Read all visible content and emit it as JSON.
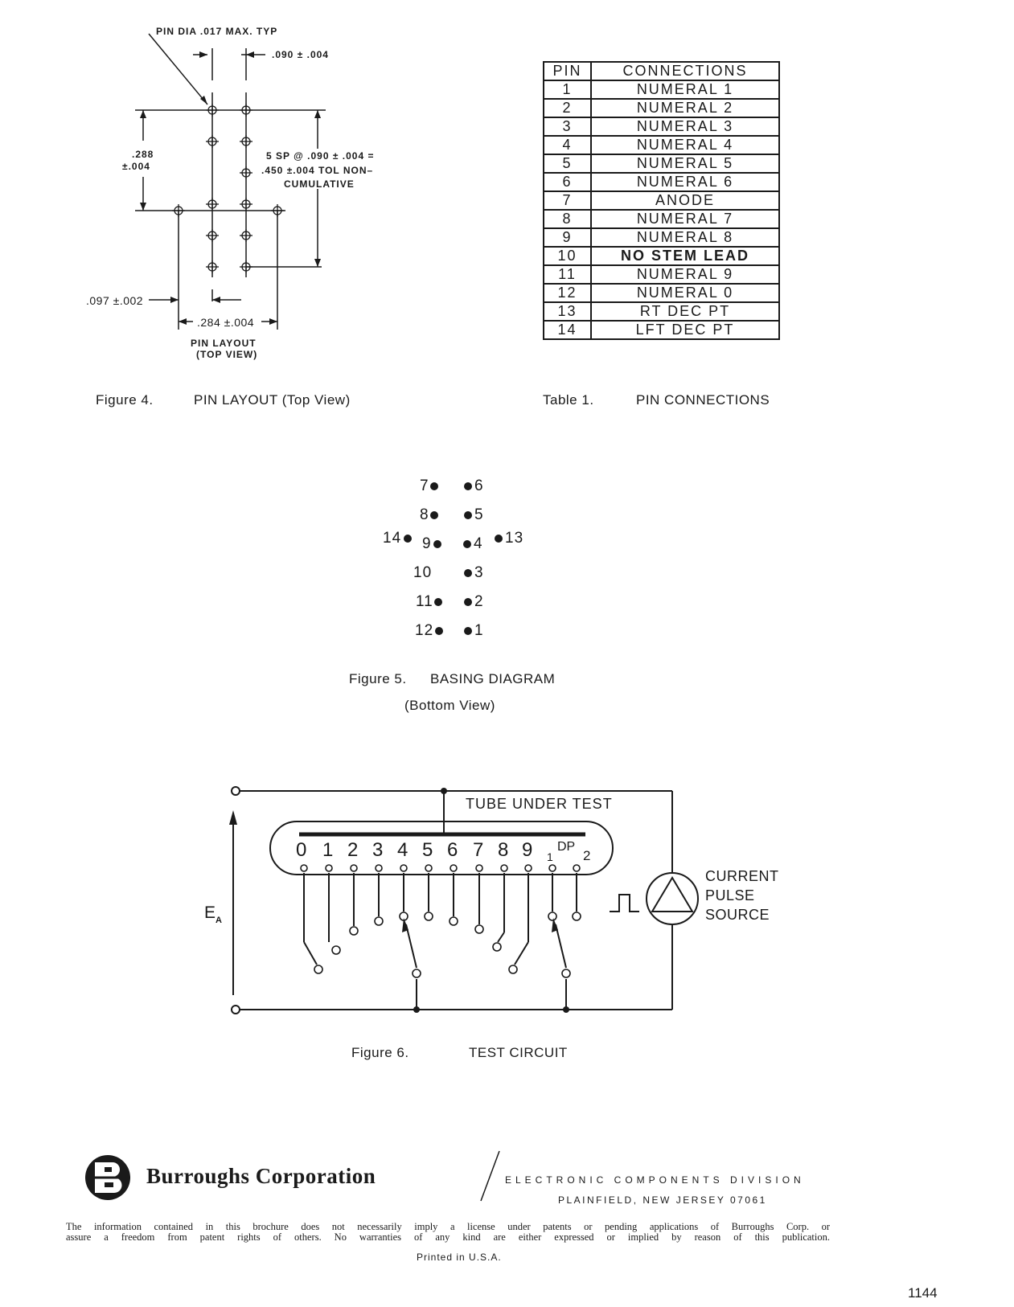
{
  "figure4": {
    "dim_pin_dia": "PIN DIA .017 MAX. TYP",
    "dim_spacing": ".090 ± .004",
    "dim_288": ".288",
    "dim_288_tol": "±.004",
    "dim_5sp_line1": "5 SP @ .090 ± .004 =",
    "dim_5sp_line2": ".450 ±.004 TOL NON–",
    "dim_5sp_line3": "CUMULATIVE",
    "dim_097": ".097 ±.002",
    "dim_284": ".284 ±.004",
    "inner_title_1": "PIN LAYOUT",
    "inner_title_2": "(TOP VIEW)",
    "caption_number": "Figure 4.",
    "caption_title": "PIN LAYOUT (Top View)"
  },
  "table1": {
    "header_pin": "PIN",
    "header_connections": "CONNECTIONS",
    "rows": [
      {
        "pin": "1",
        "connection": "NUMERAL 1"
      },
      {
        "pin": "2",
        "connection": "NUMERAL 2"
      },
      {
        "pin": "3",
        "connection": "NUMERAL 3"
      },
      {
        "pin": "4",
        "connection": "NUMERAL 4"
      },
      {
        "pin": "5",
        "connection": "NUMERAL 5"
      },
      {
        "pin": "6",
        "connection": "NUMERAL 6"
      },
      {
        "pin": "7",
        "connection": "ANODE"
      },
      {
        "pin": "8",
        "connection": "NUMERAL 7"
      },
      {
        "pin": "9",
        "connection": "NUMERAL 8"
      },
      {
        "pin": "10",
        "connection": "NO STEM LEAD"
      },
      {
        "pin": "11",
        "connection": "NUMERAL 9"
      },
      {
        "pin": "12",
        "connection": "NUMERAL 0"
      },
      {
        "pin": "13",
        "connection": "RT DEC PT"
      },
      {
        "pin": "14",
        "connection": "LFT DEC PT"
      }
    ],
    "caption_number": "Table 1.",
    "caption_title": "PIN CONNECTIONS"
  },
  "figure5": {
    "pins": {
      "p7": "7",
      "p6": "6",
      "p8": "8",
      "p5": "5",
      "p14": "14",
      "p9": "9",
      "p4": "4",
      "p13": "13",
      "p10": "10",
      "p3": "3",
      "p11": "11",
      "p2": "2",
      "p12": "12",
      "p1": "1"
    },
    "caption_number": "Figure 5.",
    "caption_title": "BASING DIAGRAM",
    "caption_sub": "(Bottom View)"
  },
  "figure6": {
    "tube_label": "TUBE UNDER TEST",
    "digits": [
      "0",
      "1",
      "2",
      "3",
      "4",
      "5",
      "6",
      "7",
      "8",
      "9"
    ],
    "dp_label": "DP",
    "dp_left": "1",
    "dp_right": "2",
    "ea_label": "E",
    "ea_sub": "A",
    "source_line1": "CURRENT",
    "source_line2": "PULSE",
    "source_line3": "SOURCE",
    "caption_number": "Figure 6.",
    "caption_title": "TEST CIRCUIT"
  },
  "footer": {
    "company": "Burroughs Corporation",
    "division": "ELECTRONIC COMPONENTS DIVISION",
    "address": "PLAINFIELD, NEW JERSEY 07061",
    "disclaimer_line1": "The information contained in this brochure does not necessarily imply a license under patents or pending applications of Burroughs Corp. or",
    "disclaimer_line2": "assure a freedom from patent rights of others. No warranties of any kind are either expressed or implied by reason of this publication.",
    "printed": "Printed in U.S.A.",
    "page_number": "1144"
  }
}
